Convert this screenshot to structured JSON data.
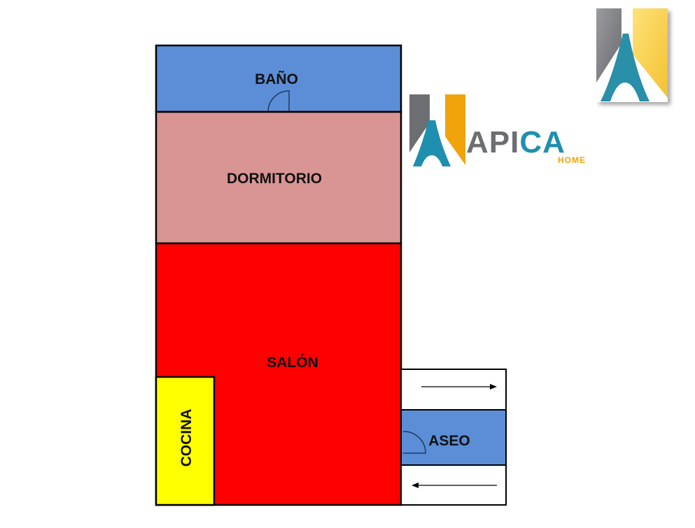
{
  "plan": {
    "rooms": [
      {
        "id": "bano",
        "label": "BAÑO",
        "color": "#5B8ED6"
      },
      {
        "id": "dormitorio",
        "label": "DORMITORIO",
        "color": "#D99594"
      },
      {
        "id": "salon",
        "label": "SALÓN",
        "color": "#FF0000"
      },
      {
        "id": "cocina",
        "label": "COCINA",
        "color": "#FFFF00"
      },
      {
        "id": "aseo",
        "label": "ASEO",
        "color": "#5B8ED6"
      }
    ]
  },
  "logo": {
    "wordmark_dark": "API",
    "wordmark_accent": "CA",
    "subtitle": "HOME",
    "colors": {
      "gray": "#6D6E71",
      "gold": "#F0A30A",
      "teal": "#1F8FB0"
    }
  },
  "corner_logo": {
    "name": "apica-emblem"
  }
}
